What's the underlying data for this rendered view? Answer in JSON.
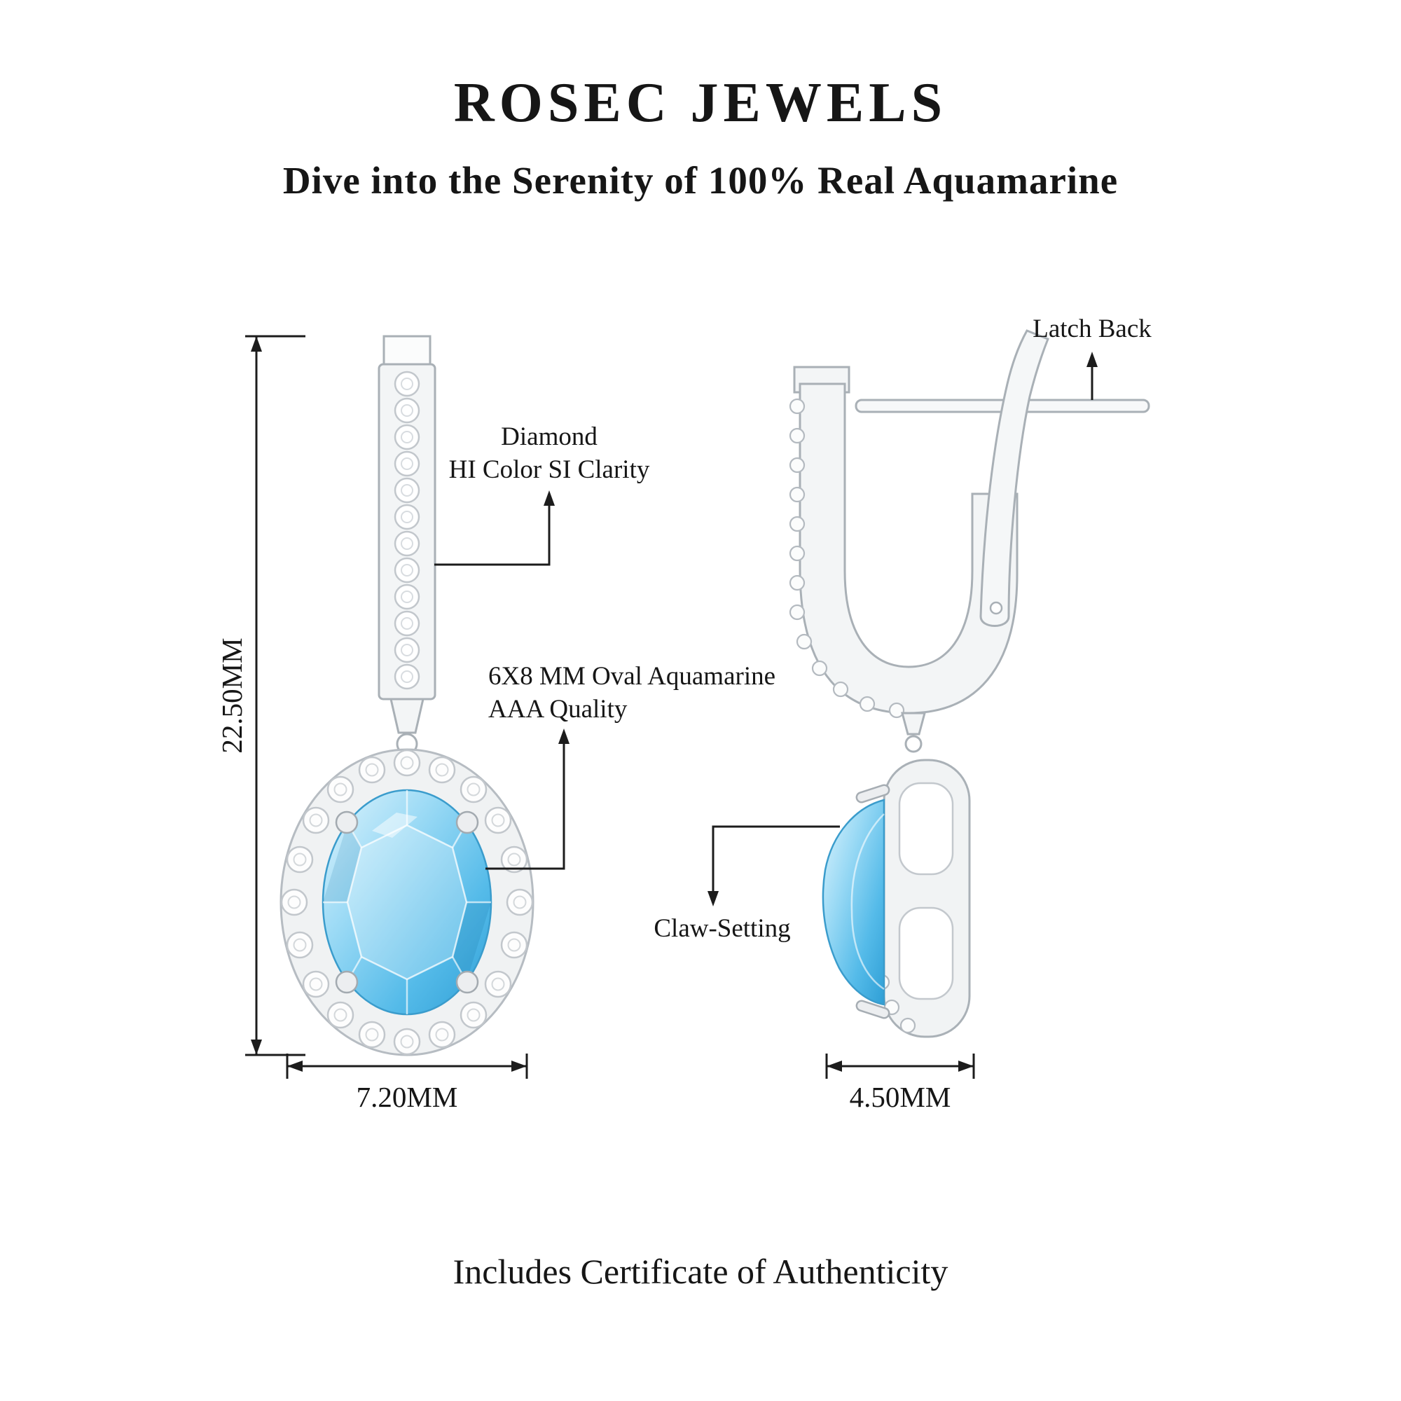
{
  "header": {
    "brand": "ROSEC JEWELS",
    "tagline": "Dive into the Serenity of 100% Real Aquamarine"
  },
  "callouts": {
    "diamond": {
      "line1": "Diamond",
      "line2": "HI Color SI Clarity"
    },
    "stone": {
      "line1": "6X8 MM Oval Aquamarine",
      "line2": "AAA Quality"
    },
    "latch": "Latch Back",
    "claw": "Claw-Setting"
  },
  "dimensions": {
    "height": "22.50MM",
    "front_width": "7.20MM",
    "side_width": "4.50MM"
  },
  "footer": {
    "note": "Includes Certificate of Authenticity"
  },
  "colors": {
    "aquamarine": "#55bbe9",
    "aquamarine_light": "#dff4fd",
    "metal": "#f3f5f6",
    "metal_outline": "#a9b0b6",
    "annotation": "#161616",
    "background": "#ffffff"
  }
}
